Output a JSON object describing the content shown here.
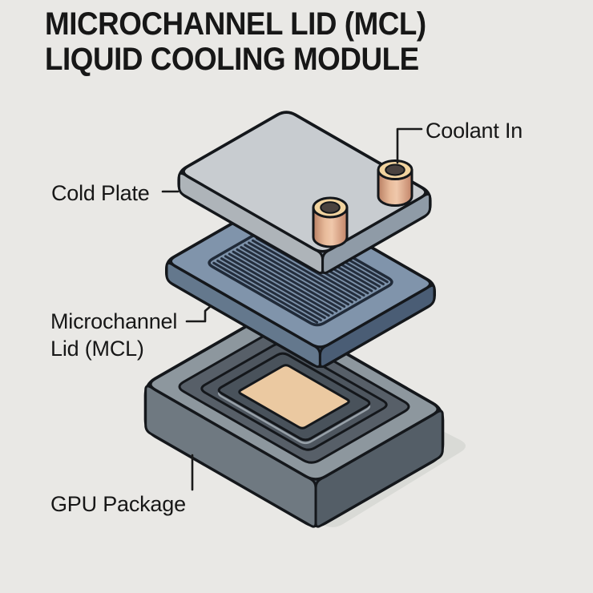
{
  "title": {
    "line1": "MICROCHANNEL LID (MCL)",
    "line2": "LIQUID COOLING MODULE"
  },
  "labels": {
    "cold_plate": "Cold Plate",
    "coolant_in": "Coolant In",
    "microchannel_lid": "Microchannel Lid (MCL)",
    "gpu_package": "GPU Package"
  },
  "diagram": {
    "type": "exploded-isometric",
    "layers": [
      {
        "name": "Cold Plate",
        "top_color": "#c8ccd0"
      },
      {
        "name": "Microchannel Lid (MCL)",
        "top_color": "#8094ab",
        "channel_color": "#232d3c",
        "channel_count": 19
      },
      {
        "name": "GPU Package",
        "top_color": "#8d979e",
        "die_color": "#ebc9a1"
      }
    ],
    "coolant_ports": {
      "count": 2,
      "rim_color": "#f1d39f",
      "hole_color": "#4a423f"
    },
    "background_color": "#e9e8e5",
    "outline_color": "#14171b",
    "shadow_color": "#d9dad6"
  }
}
